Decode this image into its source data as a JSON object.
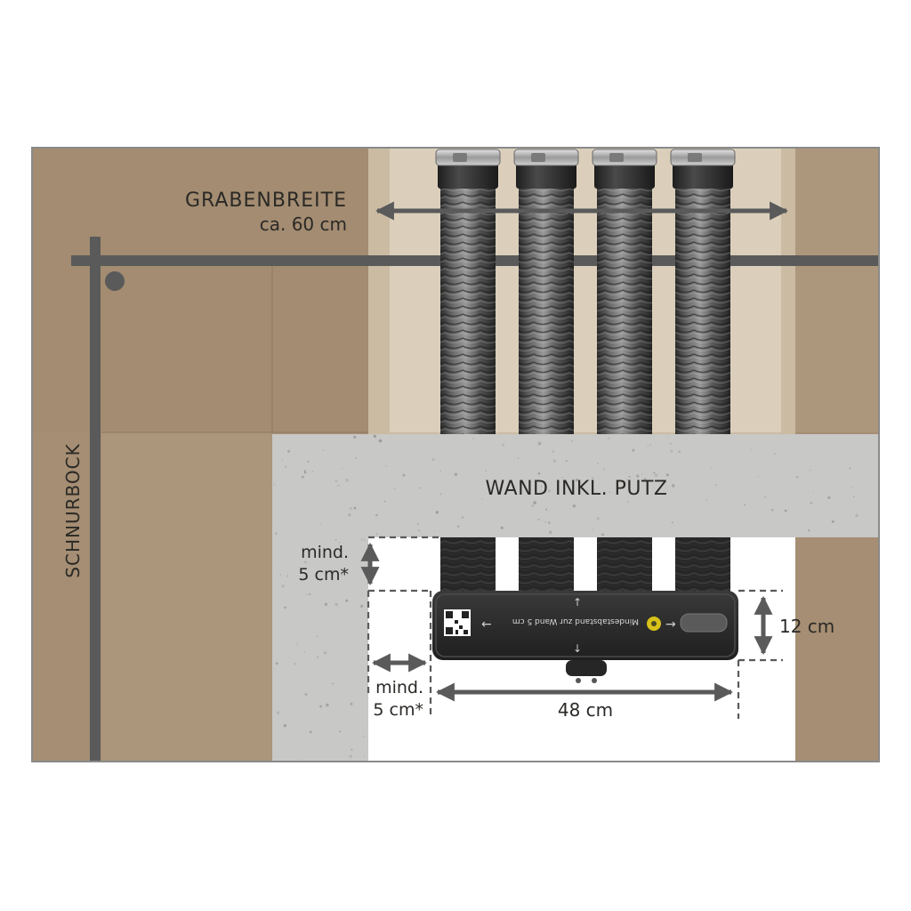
{
  "labels": {
    "trench_width_title": "GRABENBREITE",
    "trench_width_value": "ca. 60 cm",
    "batter_board": "SCHNURBOCK",
    "wall": "WAND INKL. PUTZ",
    "min_dist_1_line1": "mind.",
    "min_dist_1_line2": "5 cm*",
    "min_dist_2_line1": "mind.",
    "min_dist_2_line2": "5 cm*",
    "box_height": "12 cm",
    "box_width": "48 cm",
    "box_inscription": "Mindestabstand zur Wand 5 cm"
  },
  "pipes": {
    "count": 4
  },
  "colors": {
    "soil_dark": "#a58e73",
    "soil_light": "#cbbba3",
    "trench_floor": "#ddd2bf",
    "concrete": "#c9c9c7",
    "line_gray": "#5a5a5a",
    "pipe_dark": "#2f2f2f",
    "box_dark": "#2a2a2a",
    "accent_yellow": "#d8c21a"
  }
}
